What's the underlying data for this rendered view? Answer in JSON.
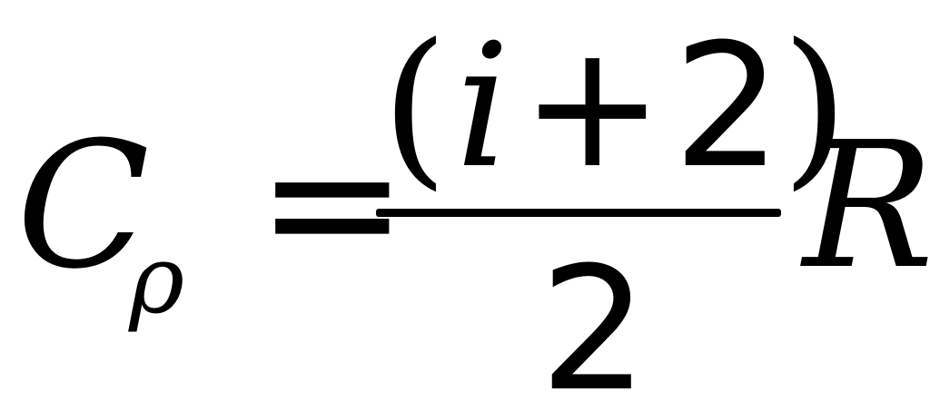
{
  "formula": {
    "lhs_symbol": "C",
    "lhs_subscript": "ρ",
    "equals": "=",
    "numerator": {
      "open_paren": "(",
      "variable": "i",
      "operator": "+",
      "constant": "2",
      "close_paren": ")"
    },
    "denominator": "2",
    "rhs_symbol": "R"
  }
}
